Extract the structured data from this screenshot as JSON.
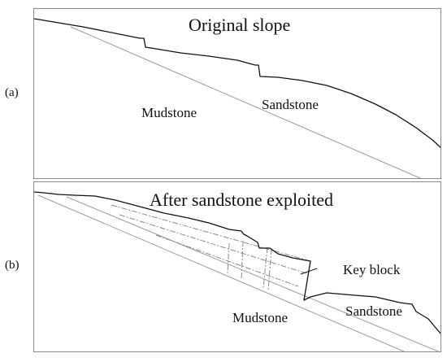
{
  "panels": [
    {
      "tag": "(a)",
      "title": "Original slope",
      "labels": {
        "mudstone": "Mudstone",
        "sandstone": "Sandstone"
      }
    },
    {
      "tag": "(b)",
      "title": "After sandstone exploited",
      "labels": {
        "key_block": "Key block",
        "mudstone": "Mudstone",
        "sandstone": "Sandstone"
      }
    }
  ],
  "colors": {
    "frame": "#8a8a8a",
    "ground_line": "#111111",
    "bedding_line": "#9a9a9a",
    "joint_line": "#8a8a8a"
  }
}
